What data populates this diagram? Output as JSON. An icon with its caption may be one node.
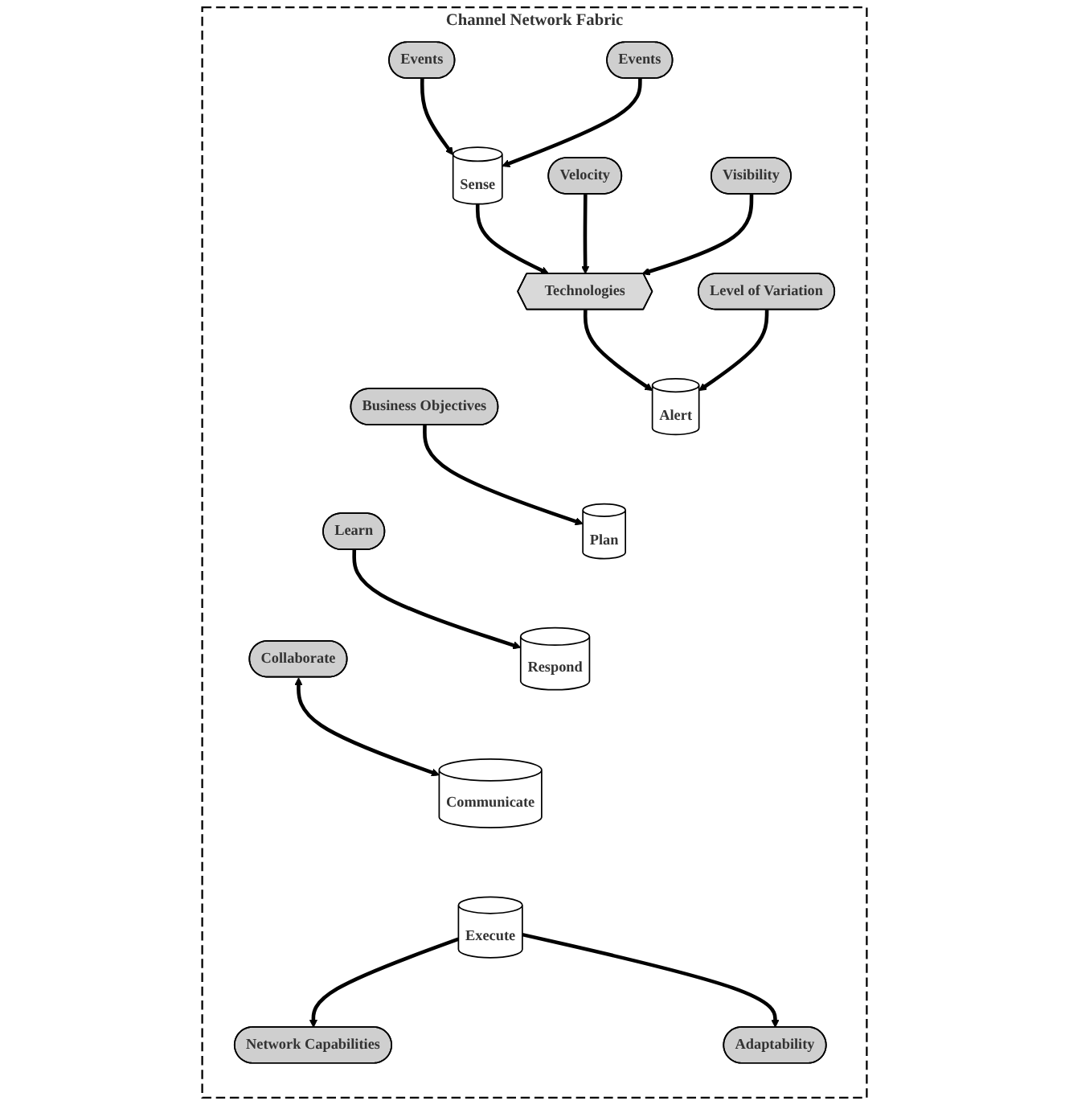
{
  "diagram": {
    "nodes": [
      {
        "text": [
          "Channel Network Fabric"
        ]
      },
      {
        "text": [
          "Events"
        ],
        "in": 0
      },
      {
        "text": [
          "Sense"
        ],
        "in": 0
      },
      {
        "text": [
          "Events"
        ],
        "in": 0
      },
      {
        "text": [
          "Velocity"
        ],
        "in": 0
      },
      {
        "text": [
          "Technologies"
        ],
        "in": 0
      },
      {
        "text": [
          "Visibility"
        ],
        "in": 0
      },
      {
        "text": [
          "Level of Variation"
        ],
        "in": 0
      },
      {
        "text": [
          "Alert"
        ],
        "in": 0
      },
      {
        "text": [
          "Business Objectives"
        ],
        "in": 0
      },
      {
        "text": [
          "Plan"
        ],
        "in": 0
      },
      {
        "text": [
          "Respond"
        ],
        "in": 0
      },
      {
        "text": [
          "Learn"
        ],
        "in": 0
      },
      {
        "text": [
          "Collaborate"
        ],
        "in": 0
      },
      {
        "text": [
          "Communicate"
        ],
        "in": 0
      },
      {
        "text": [
          "Execute"
        ],
        "in": 0
      },
      {
        "text": [
          "Network Capabilities"
        ],
        "in": 0
      },
      {
        "text": [
          "Adaptability"
        ],
        "in": 0
      }
    ],
    "edges": [
      {
        "from": 1,
        "to": 2,
        "arrow": "to"
      },
      {
        "from": 3,
        "to": 2,
        "arrow": "to"
      },
      {
        "from": 2,
        "to": 5,
        "arrow": "to"
      },
      {
        "from": 4,
        "to": 5,
        "arrow": "to"
      },
      {
        "from": 6,
        "to": 5,
        "arrow": "to"
      },
      {
        "from": 5,
        "to": 8,
        "arrow": "to"
      },
      {
        "from": 7,
        "to": 8,
        "arrow": "to"
      },
      {
        "from": 9,
        "to": 10,
        "arrow": "to"
      },
      {
        "from": 12,
        "to": 11,
        "arrow": "to"
      },
      {
        "from": 13,
        "to": 14,
        "arrow": "both"
      },
      {
        "from": 15,
        "to": 16,
        "arrow": "to"
      },
      {
        "from": 15,
        "to": 17,
        "arrow": "to"
      }
    ]
  }
}
